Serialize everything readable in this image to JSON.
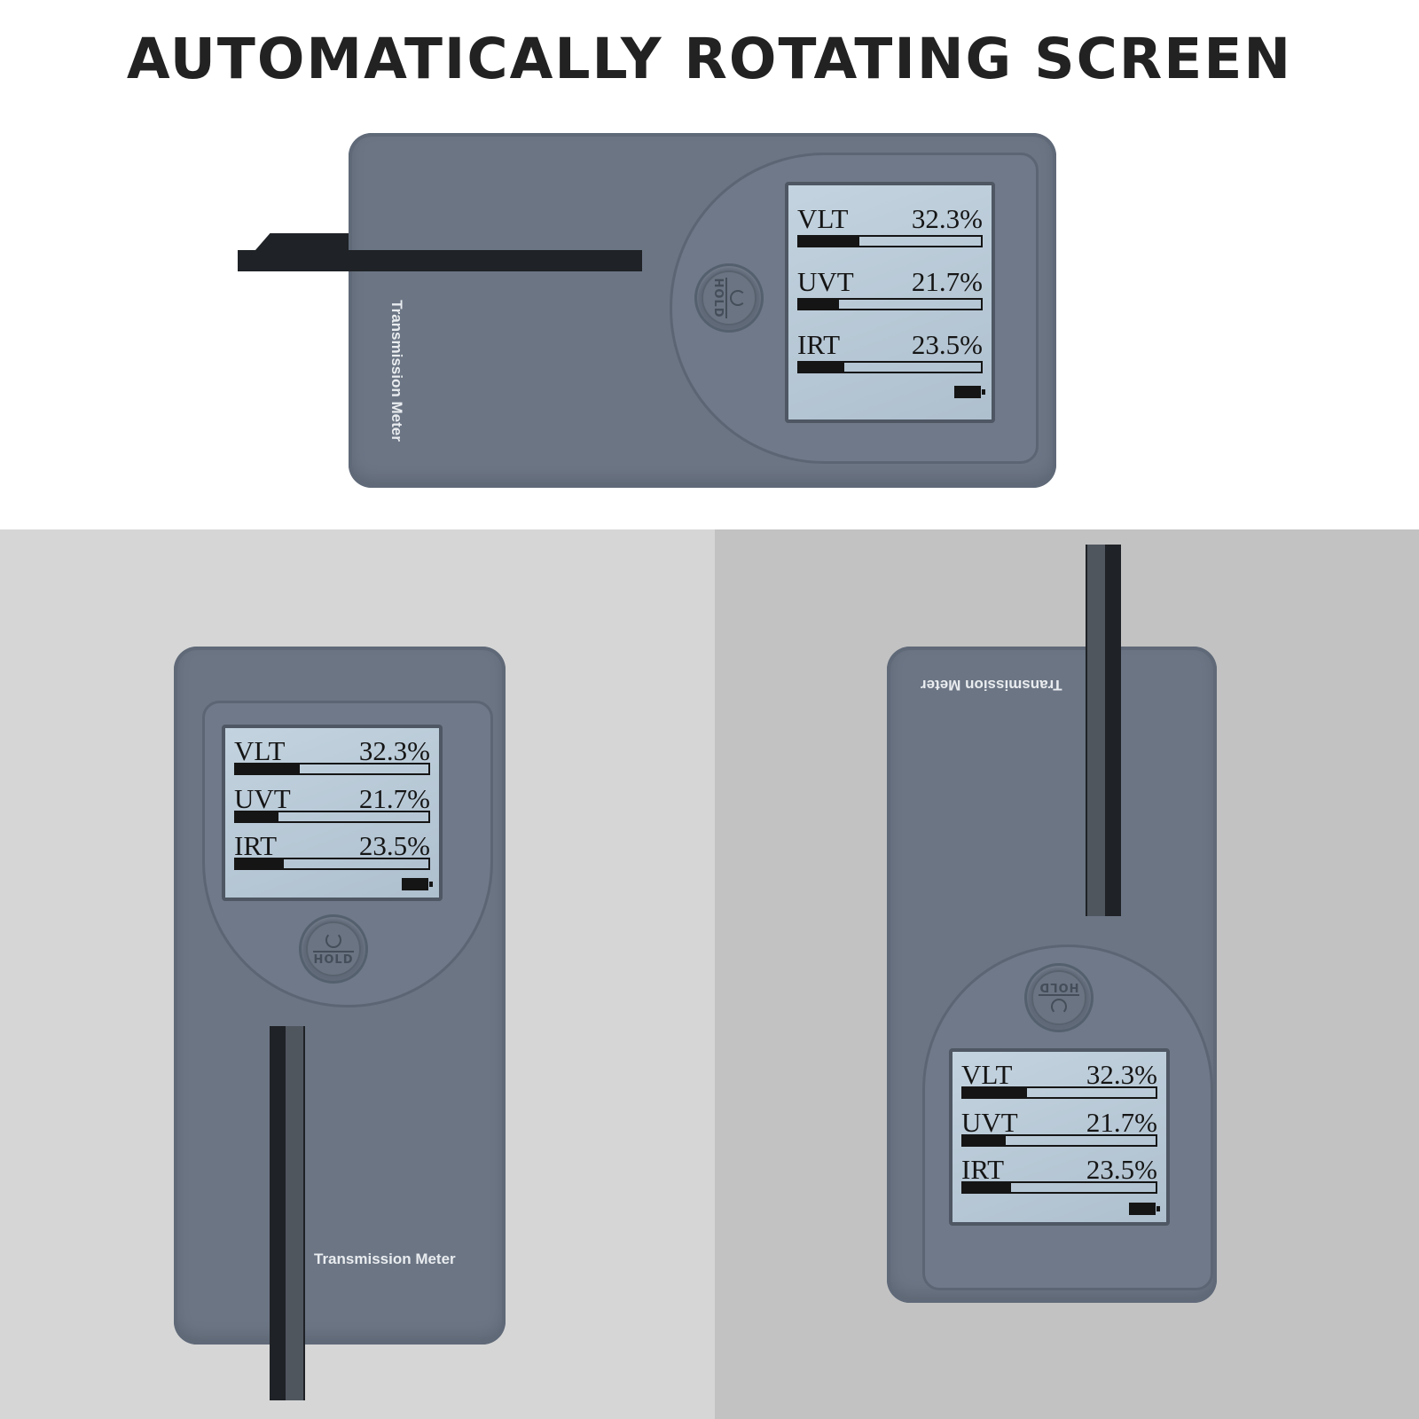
{
  "headline": "AUTOMATICALLY ROTATING SCREEN",
  "brand": "Transmission Meter",
  "button_label": "HOLD",
  "readings": [
    {
      "label": "VLT",
      "value": "32.3%",
      "level": 0.33
    },
    {
      "label": "UVT",
      "value": "21.7%",
      "level": 0.22
    },
    {
      "label": "IRT",
      "value": "23.5%",
      "level": 0.25
    }
  ],
  "colors": {
    "body": "#6b7584",
    "lcd": "#b8c8d6",
    "panel_left": "#d6d6d6",
    "panel_right": "#c2c2c2",
    "headline": "#222222"
  }
}
